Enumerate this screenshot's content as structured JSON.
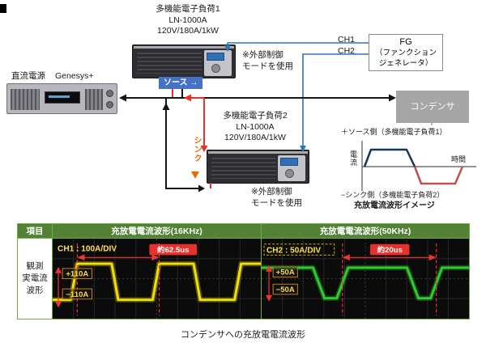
{
  "colors": {
    "blue_line": "#2e75b6",
    "red_wire": "#e8312a",
    "table_border_green": "#70ad47",
    "header_green": "#538135",
    "scope_yellow": "#f0e000",
    "scope_green": "#2ecc2e",
    "capacitor_gray": "#a6a6a6",
    "source_tag_blue": "#4472c4",
    "sink_orange": "#e36c09"
  },
  "diagram": {
    "load1": {
      "title": "多機能電子負荷1",
      "model": "LN-1000A",
      "spec": "120V/180A/1kW"
    },
    "load2": {
      "title": "多機能電子負荷2",
      "model": "LN-1000A",
      "spec": "120V/180A/1kW"
    },
    "ext_note_line1": "※外部制御",
    "ext_note_line2": "モードを使用",
    "fg": {
      "title": "FG",
      "sub1": "（ファンクション",
      "sub2": "ジェネレータ）"
    },
    "ch1": "CH1",
    "ch2": "CH2",
    "dc": {
      "label": "直流電源",
      "model": "Genesys+"
    },
    "source_label": "ソース →",
    "capacitor": "コンデンサ",
    "sink_label": "シンク",
    "wave": {
      "source_note": "＋ソース側（多機能電子負荷1）",
      "sink_note": "−シンク側（多機能電子負荷2）",
      "caption": "充放電流波形イメージ",
      "axis_y": "電流",
      "axis_x": "時間"
    }
  },
  "table": {
    "col_item": "項目",
    "col_wave16": "充放電電流波形(16KHz)",
    "col_wave50": "充放電電流波形(50KHz)",
    "row_label": [
      "観測",
      "実電流",
      "波形"
    ]
  },
  "scopes": {
    "left": {
      "channel": "CH1 : 100A/DIV",
      "period": "約62.5us",
      "pos": "+110A",
      "neg": "−110A"
    },
    "right": {
      "channel": "CH2 : 50A/DIV",
      "period": "約20us",
      "pos": "+50A",
      "neg": "−50A"
    }
  },
  "caption": "コンデンサへの充放電電流波形",
  "chart_data": [
    {
      "type": "line",
      "title": "充放電電流波形(16KHz)",
      "series": [
        {
          "name": "CH1 (100A/DIV)",
          "waveform": "square",
          "high_A": 110,
          "low_A": -110,
          "period_us": 62.5,
          "frequency": "16KHz"
        }
      ],
      "annotations": [
        "CH1 : 100A/DIV",
        "約62.5us",
        "+110A",
        "−110A"
      ],
      "grid": true,
      "trace_color": "#f0e000"
    },
    {
      "type": "line",
      "title": "充放電電流波形(50KHz)",
      "series": [
        {
          "name": "CH2 (50A/DIV)",
          "waveform": "square",
          "high_A": 50,
          "low_A": -50,
          "period_us": 20,
          "frequency": "50KHz"
        }
      ],
      "annotations": [
        "CH2 : 50A/DIV",
        "約20us",
        "+50A",
        "−50A"
      ],
      "grid": true,
      "trace_color": "#2ecc2e"
    }
  ]
}
